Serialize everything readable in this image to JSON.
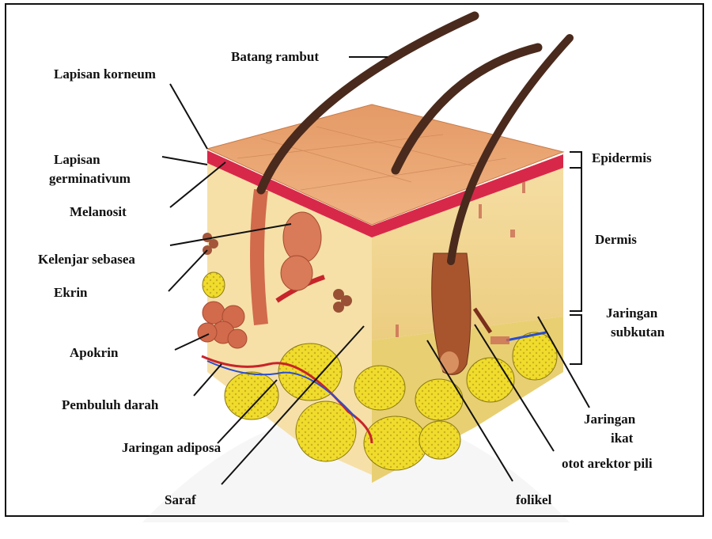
{
  "diagram": {
    "labels": {
      "batang_rambut": "Batang rambut",
      "lapisan_korneum": "Lapisan korneum",
      "lapisan_germinativum_1": "Lapisan",
      "lapisan_germinativum_2": "germinativum",
      "melanosit": "Melanosit",
      "kelenjar_sebasea": "Kelenjar sebasea",
      "ekrin": "Ekrin",
      "apokrin": "Apokrin",
      "pembuluh_darah": "Pembuluh darah",
      "jaringan_adiposa": "Jaringan adiposa",
      "saraf": "Saraf",
      "folikel": "folikel",
      "otot_arektor_pili": "otot arektor pili",
      "jaringan_ikat_1": "Jaringan",
      "jaringan_ikat_2": "ikat",
      "epidermis": "Epidermis",
      "dermis": "Dermis",
      "jaringan_subkutan_1": "Jaringan",
      "jaringan_subkutan_2": "subkutan"
    },
    "colors": {
      "epidermis_top": "#e9a070",
      "epidermis_red": "#d8284a",
      "dermis": "#f3d89a",
      "subcutan": "#e9cf6c",
      "fat": "#f2e033",
      "hair": "#4a2a1c",
      "gland": "#d26a4c"
    }
  }
}
